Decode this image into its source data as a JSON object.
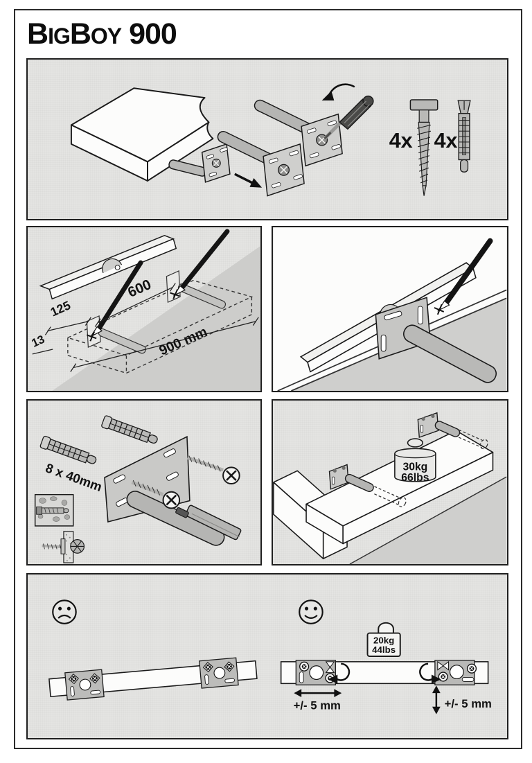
{
  "title": {
    "part1": "B",
    "part2": "IG",
    "part3": "B",
    "part4": "OY",
    "part5": " 900"
  },
  "panel_parts": {
    "screw_qty": "4x",
    "plug_qty": "4x"
  },
  "panel_marking": {
    "bracket_spacing": "600",
    "edge_inset": "125",
    "bottom_offset": "13",
    "shelf_length": "900 mm"
  },
  "panel_fixing": {
    "plug_size": "8 x 40mm"
  },
  "panel_load": {
    "max_kg": "30kg",
    "max_lbs": "66lbs"
  },
  "panel_adjust": {
    "test_kg": "20kg",
    "test_lbs": "44lbs",
    "horizontal_tolerance": "+/- 5 mm",
    "vertical_tolerance": "+/- 5 mm"
  },
  "colors": {
    "paper": "#ffffff",
    "panel_bg": "#e4e4e2",
    "wall_shade": "#cfcfcd",
    "metal": "#b9b9b7",
    "plate": "#c9c9c7",
    "outline": "#1a1a1a",
    "handle_dark": "#4a4a48"
  }
}
